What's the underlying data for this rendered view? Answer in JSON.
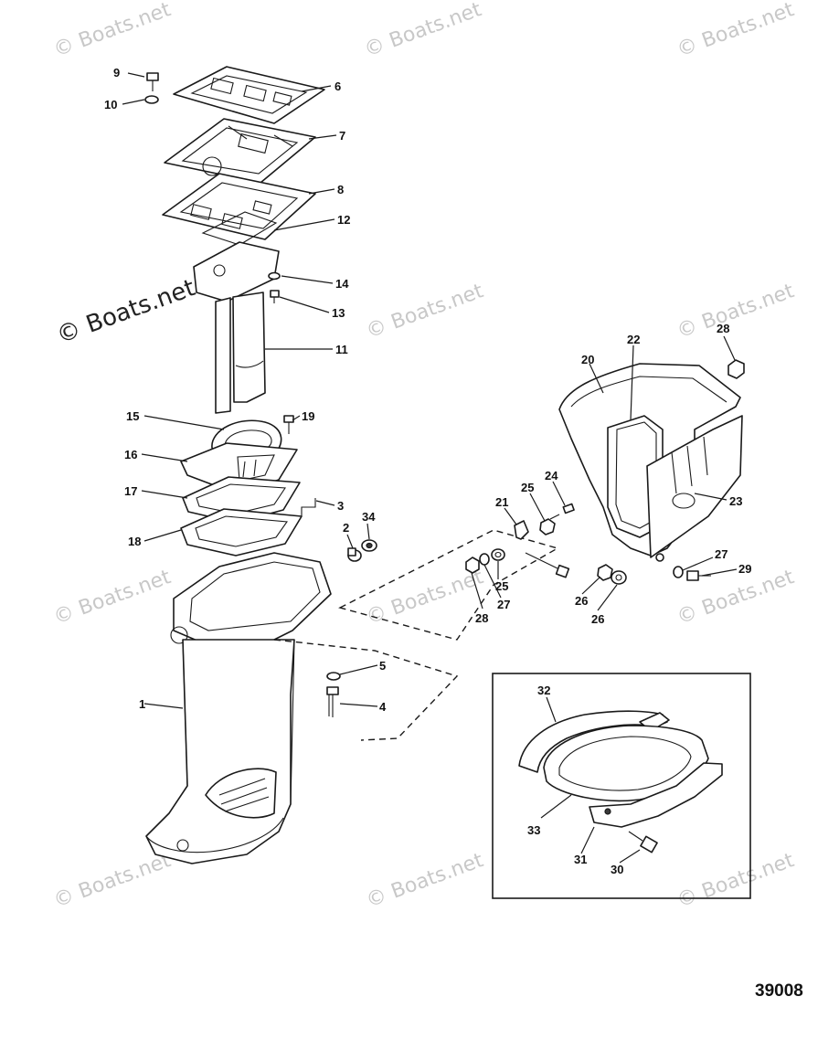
{
  "diagram": {
    "figure_number": "39008",
    "watermark_text": "© Boats.net",
    "inset_box": true,
    "callouts": [
      {
        "id": "c1",
        "label": "1"
      },
      {
        "id": "c2",
        "label": "2"
      },
      {
        "id": "c3",
        "label": "3"
      },
      {
        "id": "c4",
        "label": "4"
      },
      {
        "id": "c5",
        "label": "5"
      },
      {
        "id": "c6",
        "label": "6"
      },
      {
        "id": "c7",
        "label": "7"
      },
      {
        "id": "c8",
        "label": "8"
      },
      {
        "id": "c9",
        "label": "9"
      },
      {
        "id": "c10",
        "label": "10"
      },
      {
        "id": "c11",
        "label": "11"
      },
      {
        "id": "c12",
        "label": "12"
      },
      {
        "id": "c13",
        "label": "13"
      },
      {
        "id": "c14",
        "label": "14"
      },
      {
        "id": "c15",
        "label": "15"
      },
      {
        "id": "c16",
        "label": "16"
      },
      {
        "id": "c17",
        "label": "17"
      },
      {
        "id": "c18",
        "label": "18"
      },
      {
        "id": "c19",
        "label": "19"
      },
      {
        "id": "c20",
        "label": "20"
      },
      {
        "id": "c21",
        "label": "21"
      },
      {
        "id": "c22",
        "label": "22"
      },
      {
        "id": "c23",
        "label": "23"
      },
      {
        "id": "c24",
        "label": "24"
      },
      {
        "id": "c25a",
        "label": "25"
      },
      {
        "id": "c25b",
        "label": "25"
      },
      {
        "id": "c26a",
        "label": "26"
      },
      {
        "id": "c26b",
        "label": "26"
      },
      {
        "id": "c27a",
        "label": "27"
      },
      {
        "id": "c27b",
        "label": "27"
      },
      {
        "id": "c28a",
        "label": "28"
      },
      {
        "id": "c28b",
        "label": "28"
      },
      {
        "id": "c29",
        "label": "29"
      },
      {
        "id": "c30",
        "label": "30"
      },
      {
        "id": "c31",
        "label": "31"
      },
      {
        "id": "c32",
        "label": "32"
      },
      {
        "id": "c33",
        "label": "33"
      },
      {
        "id": "c34",
        "label": "34"
      }
    ]
  }
}
